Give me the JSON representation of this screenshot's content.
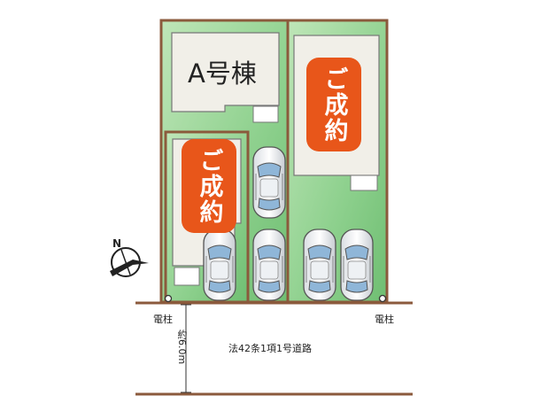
{
  "lots": {
    "a": {
      "label": "A号棟"
    },
    "b": {
      "status": "ご成約"
    },
    "c": {
      "status": "ご成約"
    }
  },
  "poles": {
    "left": "電柱",
    "right": "電柱"
  },
  "road": {
    "label": "法42条1項1号道路",
    "width": "約6.0m"
  },
  "compass": {
    "north": "N"
  },
  "colors": {
    "lot_fill": "#8dd08d",
    "boundary": "#8b5a3c",
    "sold_badge": "#e8561a"
  }
}
